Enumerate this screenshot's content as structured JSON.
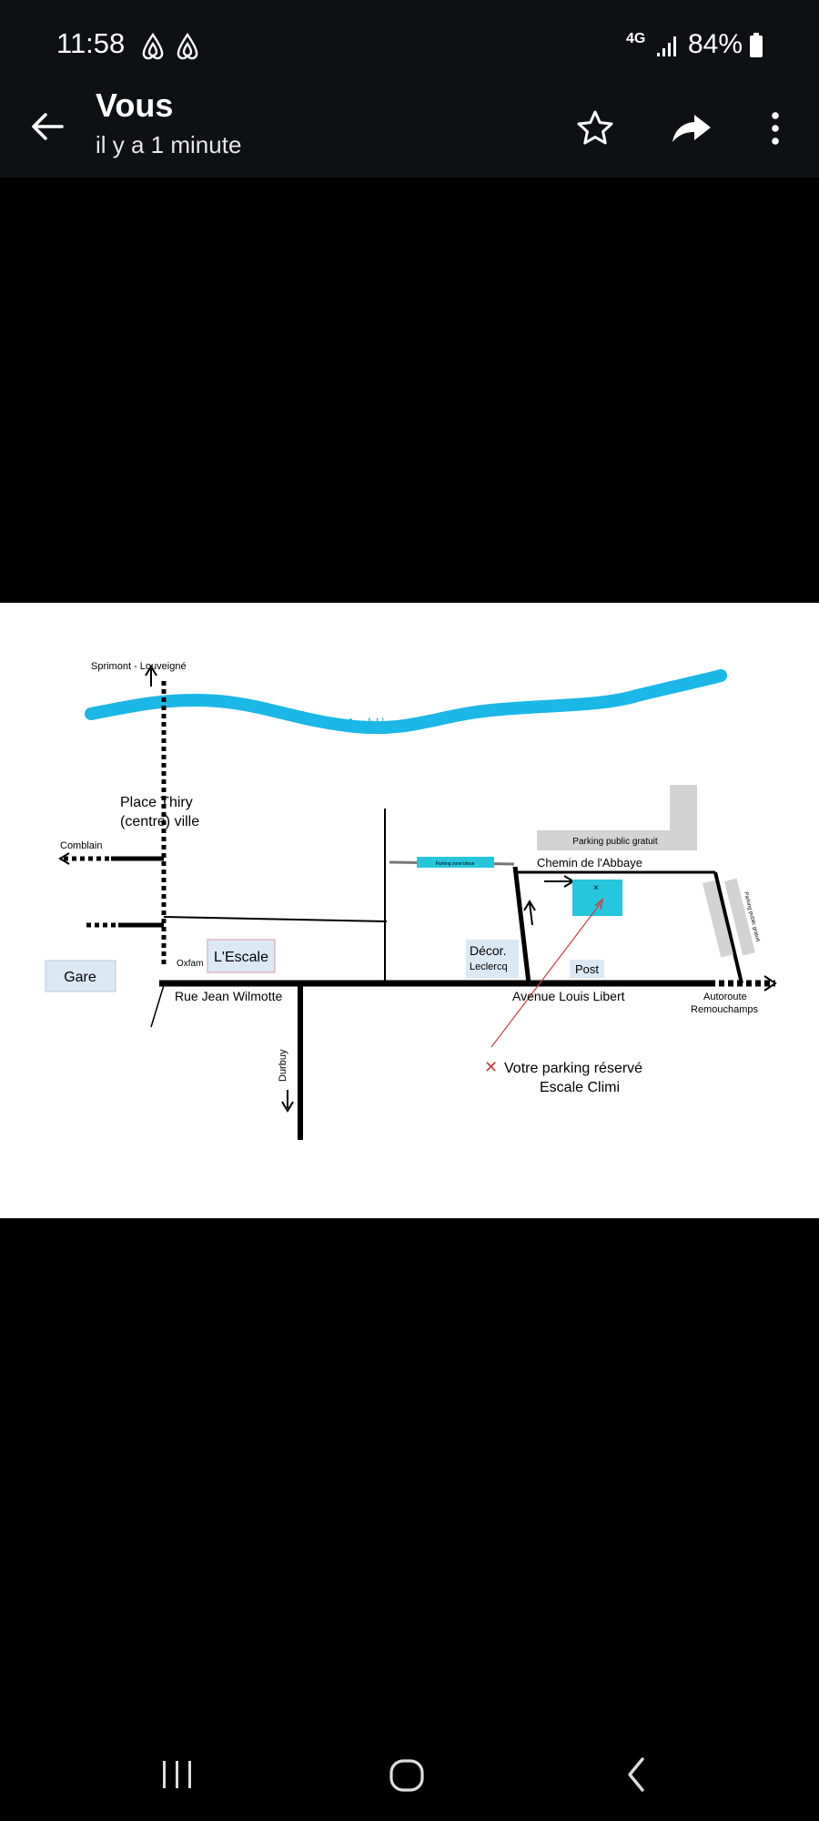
{
  "status": {
    "time": "11:58",
    "network": "4G",
    "battery": "84%"
  },
  "header": {
    "title": "Vous",
    "subtitle": "il y a 1 minute"
  },
  "map": {
    "labels": {
      "sprimont": "Sprimont - Louveigné",
      "ambleve": "Amblève",
      "place_thiry_1": "Place Thiry",
      "place_thiry_2": "(centre) ville",
      "comblain": "Comblain",
      "gare": "Gare",
      "oxfam": "Oxfam",
      "escale": "L'Escale",
      "rue_jean": "Rue Jean Wilmotte",
      "durbuy": "Durbuy",
      "decor_1": "Décor.",
      "decor_2": "Leclercq",
      "parking_public": "Parking public gratuit",
      "parking_zone_bleue": "Parking zone bleue",
      "chemin": "Chemin de l'Abbaye",
      "parking_side": "Parking public gratuit",
      "post": "Post",
      "avenue": "Avenue Louis Libert",
      "autoroute_1": "Autoroute",
      "autoroute_2": "Remouchamps",
      "votre_parking_1": "Votre parking réservé",
      "votre_parking_2": "Escale Climi"
    },
    "colors": {
      "river": "#1bb7e6",
      "highlight": "#26c6dc",
      "label_box": "#dbe9f5",
      "marker": "#d23c3c"
    }
  },
  "icons": {
    "back": "arrow-left-icon",
    "star": "star-icon",
    "share": "share-icon",
    "more": "more-vertical-icon"
  }
}
